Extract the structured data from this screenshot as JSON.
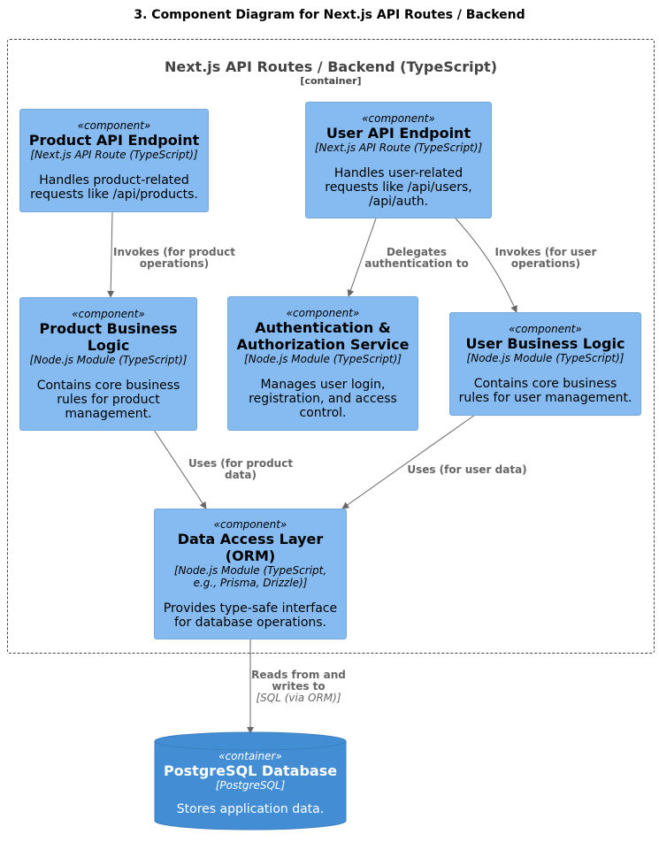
{
  "title": "3. Component Diagram for Next.js API Routes / Backend",
  "boundary": {
    "name": "Next.js API Routes / Backend (TypeScript)",
    "type": "[container]"
  },
  "components": {
    "product_api": {
      "stereotype": "«component»",
      "name": "Product API Endpoint",
      "tech": "[Next.js API Route (TypeScript)]",
      "desc": "Handles product-related requests like /api/products."
    },
    "user_api": {
      "stereotype": "«component»",
      "name": "User API Endpoint",
      "tech": "[Next.js API Route (TypeScript)]",
      "desc": "Handles user-related requests like /api/users, /api/auth."
    },
    "product_logic": {
      "stereotype": "«component»",
      "name": "Product Business Logic",
      "tech": "[Node.js Module (TypeScript)]",
      "desc": "Contains core business rules for product management."
    },
    "auth_service": {
      "stereotype": "«component»",
      "name": "Authentication & Authorization Service",
      "tech": "[Node.js Module (TypeScript)]",
      "desc": "Manages user login, registration, and access control."
    },
    "user_logic": {
      "stereotype": "«component»",
      "name": "User Business Logic",
      "tech": "[Node.js Module (TypeScript)]",
      "desc": "Contains core business rules for user management."
    },
    "dal": {
      "stereotype": "«component»",
      "name": "Data Access Layer (ORM)",
      "tech": "[Node.js Module (TypeScript, e.g., Prisma, Drizzle)]",
      "desc": "Provides type-safe interface for database operations."
    }
  },
  "database": {
    "stereotype": "«container»",
    "name": "PostgreSQL Database",
    "tech": "[PostgreSQL]",
    "desc": "Stores application data."
  },
  "relationships": {
    "product_api_to_logic": "Invokes (for product operations)",
    "user_api_to_auth": "Delegates authentication to",
    "user_api_to_logic": "Invokes (for user operations)",
    "product_logic_to_dal": "Uses (for product data)",
    "user_logic_to_dal": "Uses (for user data)",
    "dal_to_db": "Reads from and writes to",
    "dal_to_db_tech": "[SQL (via ORM)]"
  },
  "colors": {
    "component_fill": "#85bbf0",
    "database_fill": "#438dd5",
    "edge": "#666666"
  }
}
